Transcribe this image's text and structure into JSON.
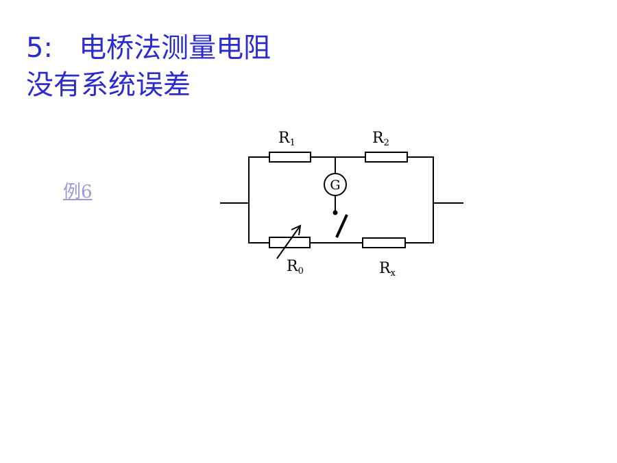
{
  "slide": {
    "title_line1": "5:   电桥法测量电阻",
    "title_line2": "没有系统误差",
    "example_link": "例6"
  },
  "diagram": {
    "labels": {
      "r1_main": "R",
      "r1_sub": "1",
      "r2_main": "R",
      "r2_sub": "2",
      "r0_main": "R",
      "r0_sub": "0",
      "rx_main": "R",
      "rx_sub": "x",
      "galvanometer": "G"
    }
  },
  "colors": {
    "title": "#2b2bd0",
    "link": "#9b9bd8",
    "wire": "#000000"
  }
}
